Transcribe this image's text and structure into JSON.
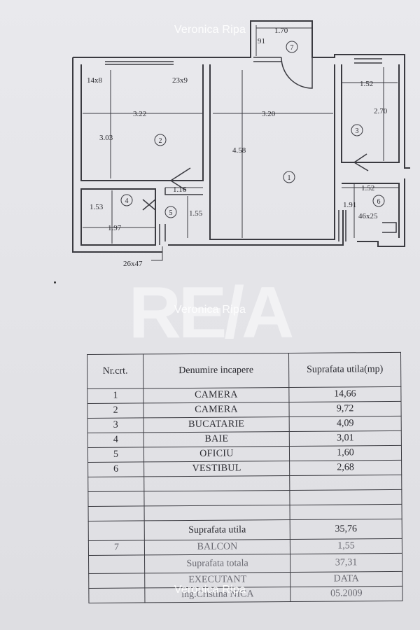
{
  "watermarks": {
    "top": "Veronica Ripa",
    "middle": "Veronica Ripa",
    "bottom": "Veronica Ripa",
    "logo": "RE/A"
  },
  "plan": {
    "dims": {
      "balcony_width": "1.70",
      "balcony_depth": "91",
      "window_left": "14x8",
      "window_right": "23x9",
      "room2_width": "3.22",
      "room2_depth": "3.03",
      "room1_width": "3.20",
      "room1_depth": "4.58",
      "kitchen_width": "1.52",
      "kitchen_depth": "2.70",
      "office_width": "1.16",
      "bath_depth": "1.53",
      "bath_width": "1.97",
      "office_depth": "1.55",
      "vestibule_width": "1.52",
      "vestibule_depth": "1.91",
      "door_vestibule": "46x25",
      "door_bath": "26x47"
    },
    "room_markers": [
      "1",
      "2",
      "3",
      "4",
      "5",
      "6",
      "7"
    ]
  },
  "table": {
    "headers": {
      "nr": "Nr.crt.",
      "name": "Denumire incapere",
      "area": "Suprafata utila(mp)"
    },
    "rows": [
      {
        "nr": "1",
        "name": "CAMERA",
        "area": "14,66"
      },
      {
        "nr": "2",
        "name": "CAMERA",
        "area": "9,72"
      },
      {
        "nr": "3",
        "name": "BUCATARIE",
        "area": "4,09"
      },
      {
        "nr": "4",
        "name": "BAIE",
        "area": "3,01"
      },
      {
        "nr": "5",
        "name": "OFICIU",
        "area": "1,60"
      },
      {
        "nr": "6",
        "name": "VESTIBUL",
        "area": "2,68"
      }
    ],
    "useful_label": "Suprafata utila",
    "useful_value": "35,76",
    "balcony_nr": "7",
    "balcony_label": "BALCON",
    "balcony_value": "1,55",
    "total_label": "Suprafata totala",
    "total_value": "37,31",
    "executant_label": "EXECUTANT",
    "date_label": "DATA",
    "executant_name": "ing.Cristina NICA",
    "date_value": "05.2009"
  }
}
